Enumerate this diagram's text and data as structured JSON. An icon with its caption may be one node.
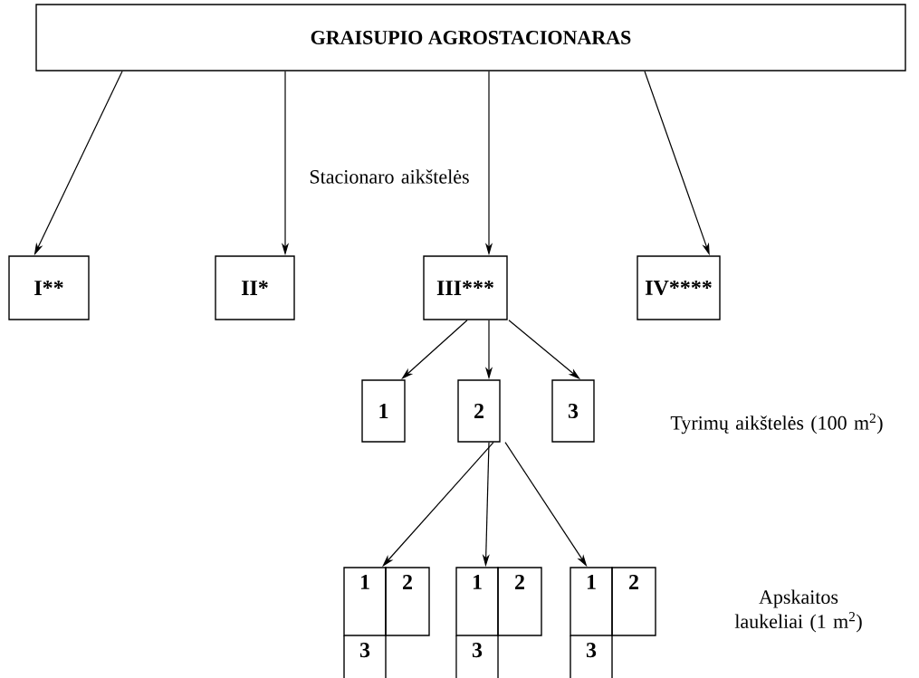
{
  "diagram": {
    "nodes": [
      {
        "text": [
          "GRAISUPIO AGROSTACIONARAS"
        ]
      },
      {
        "text": [
          "I**"
        ]
      },
      {
        "text": [
          "II*"
        ]
      },
      {
        "text": [
          "III***"
        ]
      },
      {
        "text": [
          "IV****"
        ]
      },
      {
        "text": [
          "1"
        ]
      },
      {
        "text": [
          "2"
        ]
      },
      {
        "text": [
          "3"
        ]
      },
      {
        "text": [
          "1"
        ]
      },
      {
        "text": [
          "2"
        ]
      },
      {
        "text": [
          "3"
        ]
      },
      {
        "text": [
          "1"
        ]
      },
      {
        "text": [
          "2"
        ]
      },
      {
        "text": [
          "3"
        ]
      },
      {
        "text": [
          "1"
        ]
      },
      {
        "text": [
          "2"
        ]
      },
      {
        "text": [
          "3"
        ]
      }
    ],
    "edges": [
      {
        "from": 0,
        "to": 1,
        "arrow": "to"
      },
      {
        "from": 0,
        "to": 2,
        "arrow": "to"
      },
      {
        "from": 0,
        "to": 3,
        "arrow": "to"
      },
      {
        "from": 0,
        "to": 4,
        "arrow": "to"
      },
      {
        "from": 3,
        "to": 5,
        "arrow": "to"
      },
      {
        "from": 3,
        "to": 6,
        "arrow": "to"
      },
      {
        "from": 3,
        "to": 7,
        "arrow": "to"
      },
      {
        "from": 6,
        "to": 8,
        "arrow": "to"
      },
      {
        "from": 6,
        "to": 11,
        "arrow": "to"
      },
      {
        "from": 6,
        "to": 14,
        "arrow": "to"
      }
    ],
    "labels": [
      "Stacionaro aikštelės",
      "Tyrimų aikštelės (100 m$^{2}$)",
      "Apskaitos laukeliai (1 m$^{2}$)"
    ]
  }
}
